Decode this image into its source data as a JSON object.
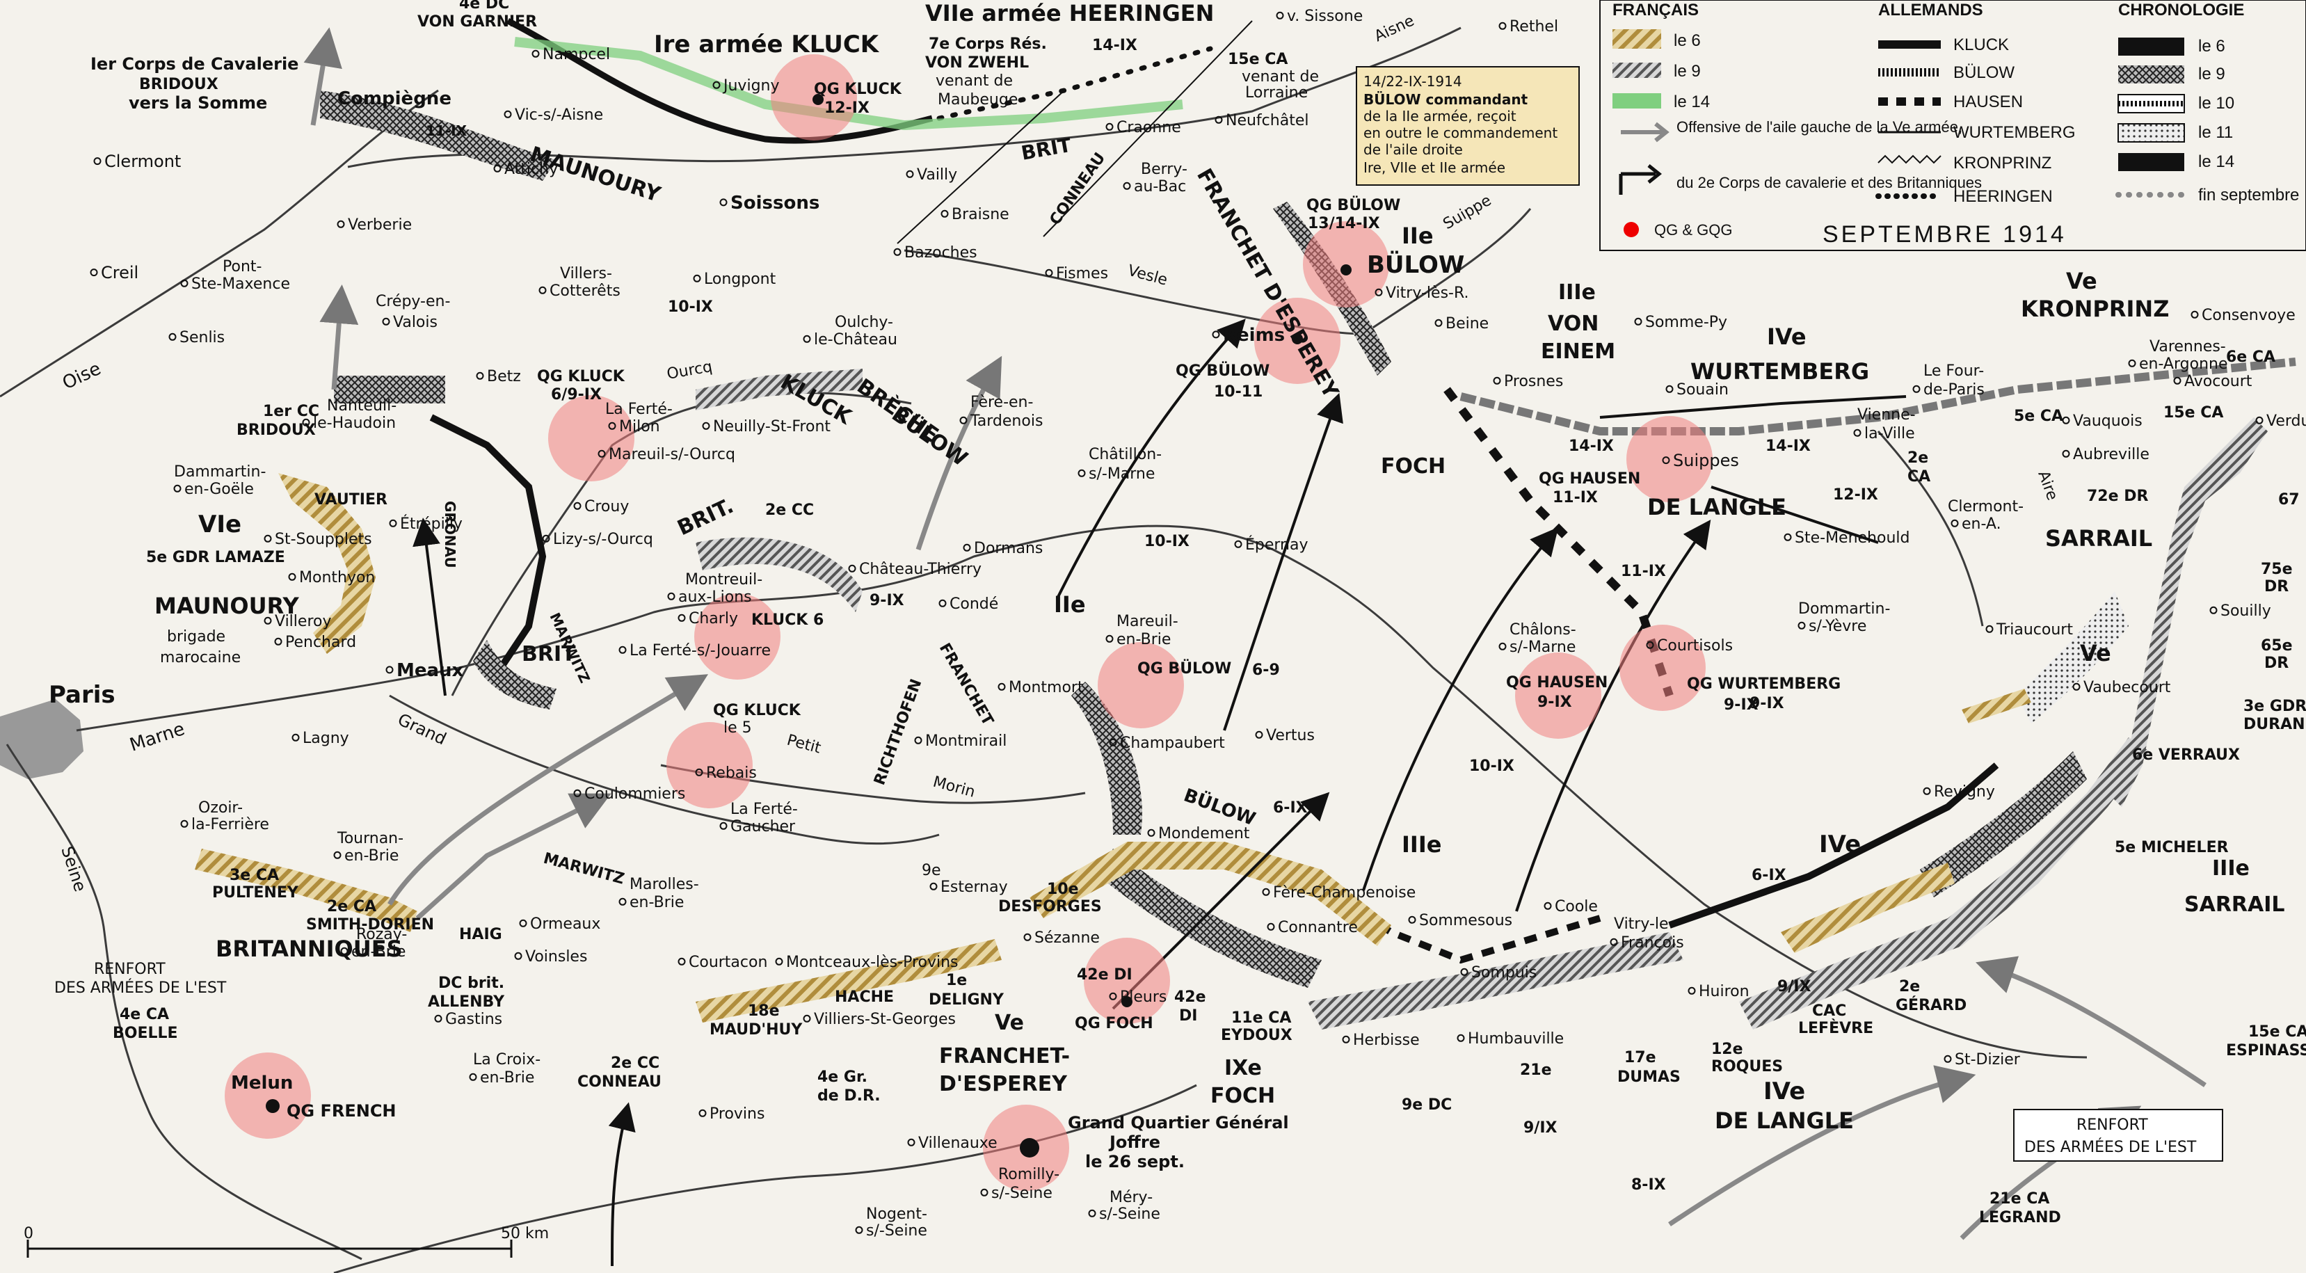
{
  "map": {
    "scale_bar": {
      "start": "0",
      "end": "50 km"
    },
    "date_title": "SEPTEMBRE 1914",
    "colors": {
      "paper": "#f4f2ec",
      "river": "#3b3b3b",
      "qg_circle": "#f08080",
      "qg_dot": "#b00000",
      "french_6": "#c9a24a",
      "french_9": "#777777",
      "french_14": "#7fcf7f",
      "german_line": "#111111",
      "offensive_arrow": "#888888"
    }
  },
  "legend": {
    "francais": {
      "title": "FRANÇAIS",
      "items": [
        "le 6",
        "le 9",
        "le 14",
        "Offensive de l'aile gauche de la Ve armée,",
        "du 2e Corps de cavalerie et des Britanniques",
        "QG & GQG"
      ]
    },
    "allemands": {
      "title": "ALLEMANDS",
      "items": [
        "KLUCK",
        "BÜLOW",
        "HAUSEN",
        "WURTEMBERG",
        "KRONPRINZ",
        "HEERINGEN"
      ]
    },
    "chronologie": {
      "title": "CHRONOLOGIE",
      "items": [
        "le 6",
        "le 9",
        "le 10",
        "le 11",
        "le 14",
        "fin septembre"
      ]
    }
  },
  "note_box": {
    "lines": [
      "14/22-IX-1914",
      "BÜLOW commandant",
      "de la IIe armée, reçoit",
      "en outre le commandement",
      "de l'aile droite",
      "Ire, VIIe et IIe armée"
    ]
  },
  "renfort_box": {
    "lines": [
      "RENFORT",
      "DES ARMÉES DE L'EST"
    ]
  },
  "labels": {
    "paris": "Paris",
    "seine": "Seine",
    "marne": "Marne",
    "oise": "Oise",
    "aisne": "Aisne",
    "ourcq": "Ourcq",
    "vesle": "Vesle",
    "suippe": "Suippe",
    "aire": "Aire",
    "grand_morin": "Grand",
    "petit_morin": "Petit",
    "morin": "Morin",
    "compiegne": "Compiègne",
    "clermont": "Clermont",
    "verberie": "Verberie",
    "creil": "Creil",
    "pont_ste_maxence_1": "Pont-",
    "pont_ste_maxence_2": "Ste-Maxence",
    "senlis": "Senlis",
    "crepy_1": "Crépy-en-",
    "crepy_2": "Valois",
    "villers_1": "Villers-",
    "villers_2": "Cotterêts",
    "longpont": "Longpont",
    "oulchy_1": "Oulchy-",
    "oulchy_2": "le-Château",
    "fere_1": "Fère-en-",
    "fere_2": "Tardenois",
    "soissons": "Soissons",
    "attichy": "Attichy",
    "vic": "Vic-s/-Aisne",
    "juvigny": "Juvigny",
    "nampcel": "Nampcel",
    "vailly": "Vailly",
    "craonne": "Craonne",
    "braisne": "Braisne",
    "bazoches": "Bazoches",
    "fismes": "Fismes",
    "berry_1": "Berry-",
    "berry_2": "au-Bac",
    "neufchatel": "Neufchâtel",
    "rethel": "Rethel",
    "sissonne": "v. Sissone",
    "reims": "Reims",
    "vitry_les_r": "Vitry-lès-R.",
    "beine": "Beine",
    "prosnes": "Prosnes",
    "somme_py": "Somme-Py",
    "souain": "Souain",
    "suippes": "Suippes",
    "le_four_1": "Le Four-",
    "le_four_2": "de-Paris",
    "vienne_1": "Vienne-",
    "vienne_2": "la-Ville",
    "varennes_1": "Varennes-",
    "varennes_2": "en-Argonne",
    "avocourt": "Avocourt",
    "consenvoye": "Consenvoye",
    "verdun": "Verdun",
    "vauquois": "Vauquois",
    "clermont_a_1": "Clermont-",
    "clermont_a_2": "en-A.",
    "ste_menehould": "Ste-Menehould",
    "dommartin_1": "Dommartin-",
    "dommartin_2": "s/-Yèvre",
    "triaucourt": "Triaucourt",
    "vaubecourt": "Vaubecourt",
    "souilly": "Souilly",
    "revigny": "Revigny",
    "courtisols": "Courtisols",
    "chalons_1": "Châlons-",
    "chalons_2": "s/-Marne",
    "vitry_1": "Vitry-le-",
    "vitry_2": "François",
    "huiron": "Huiron",
    "st_dizier": "St-Dizier",
    "sompuis": "Sompuis",
    "coole": "Coole",
    "sommesous": "Sommesous",
    "humbauville": "Humbauville",
    "herbisse": "Herbisse",
    "epernay": "Épernay",
    "chatillon_1": "Châtillon-",
    "chatillon_2": "s/-Marne",
    "dormans": "Dormans",
    "chateau_thierry": "Château-Thierry",
    "conde": "Condé",
    "mareuil_b_1": "Mareuil-",
    "mareuil_b_2": "en-Brie",
    "montmort": "Montmort",
    "vertus": "Vertus",
    "champaubert": "Champaubert",
    "mondement": "Mondement",
    "fere_champenoise": "Fère-Champenoise",
    "connantre": "Connantre",
    "sezanne": "Sézanne",
    "esternay": "Esternay",
    "pleurs": "Pleurs",
    "romilly_1": "Romilly-",
    "romilly_2": "s/-Seine",
    "mery_1": "Méry-",
    "mery_2": "s/-Seine",
    "nogent_1": "Nogent-",
    "nogent_2": "s/-Seine",
    "villenauxe": "Villenauxe",
    "provins": "Provins",
    "villiers": "Villiers-St-Georges",
    "courtacon": "Courtacon",
    "montceaux": "Montceaux-lès-Provins",
    "montmirail": "Montmirail",
    "la_ferte_g_1": "La Ferté-",
    "la_ferte_g_2": "Gaucher",
    "rebais": "Rebais",
    "coulommiers": "Coulommiers",
    "charly": "Charly",
    "la_ferte_j": "La Ferté-s/-Jouarre",
    "montreuil_1": "Montreuil-",
    "montreuil_2": "aux-Lions",
    "lizy": "Lizy-s/-Ourcq",
    "crouy": "Crouy",
    "mareuil_o": "Mareuil-s/-Ourcq",
    "la_ferte_m_1": "La Ferté-",
    "la_ferte_m_2": "Milon",
    "betz": "Betz",
    "neuilly": "Neuilly-St-Front",
    "nanteuil_1": "Nanteuil-",
    "nanteuil_2": "le-Haudoin",
    "dammartin_1": "Dammartin-",
    "dammartin_2": "en-Goële",
    "st_soupplets": "St-Soupplets",
    "etrepilly": "Étrépilly",
    "monthyon": "Monthyon",
    "villeroy": "Villeroy",
    "penchard": "Penchard",
    "meaux": "Meaux",
    "lagny": "Lagny",
    "ozoir_1": "Ozoir-",
    "ozoir_2": "la-Ferrière",
    "tournan_1": "Tournan-",
    "tournan_2": "en-Brie",
    "rozay_1": "Rozay-",
    "rozay_2": "en-Brie",
    "ormeaux": "Ormeaux",
    "voinsles": "Voinsles",
    "gastins": "Gastins",
    "la_croix_1": "La Croix-",
    "la_croix_2": "en-Brie",
    "marolles_1": "Marolles-",
    "marolles_2": "en-Brie",
    "melun": "Melun"
  },
  "armies": {
    "kluck_top": "Ire armée KLUCK",
    "heeringen": "VIIe armée HEERINGEN",
    "maunoury_top": "MAUNOURY",
    "brit_top": "BRIT",
    "bulow_2": "IIe",
    "bulow_name": "BÜLOW",
    "von_einem_1": "IIIe",
    "von_einem_2": "VON",
    "von_einem_3": "EINEM",
    "wurtemberg_1": "IVe",
    "wurtemberg_2": "WURTEMBERG",
    "kronprinz_1": "Ve",
    "kronprinz_2": "KRONPRINZ",
    "foch_top": "FOCH",
    "de_langle_top": "DE LANGLE",
    "sarrail_top": "SARRAIL",
    "sarrail_v": "Ve",
    "franchet_diag": "FRANCHET D'ESPEREY",
    "conneau_diag": "CONNEAU",
    "breche": "BRÈCHE",
    "bulow_breche": "BÜLOW",
    "kluck_mid": "KLUCK",
    "brit_mid": "BRIT.",
    "brit_mid2": "BRIT",
    "vie": "VIe",
    "maunoury": "MAUNOURY",
    "brigade": "brigade",
    "marocaine": "marocaine",
    "britanniques": "BRITANNIQUES",
    "iie_mid": "IIe",
    "iiie_mid": "IIIe",
    "ive_low": "IVe",
    "ve_low": "Ve",
    "franchet_low_1": "FRANCHET-",
    "franchet_low_2": "D'ESPEREY",
    "ixe": "IXe",
    "foch_low": "FOCH",
    "ive_bottom": "IVe",
    "de_langle_bottom": "DE LANGLE",
    "iiie_sarrail_1": "IIIe",
    "iiie_sarrail_2": "SARRAIL",
    "marwitz": "MARWITZ",
    "marwitz2": "MARWITZ",
    "richthofen": "RICHTHOFEN",
    "franchet_mid": "FRANCHET",
    "gronau": "GRONAU",
    "bulow_low": "BÜLOW"
  },
  "units": {
    "cc1_top_1": "Ier Corps de Cavalerie",
    "cc1_top_2": "BRIDOUX",
    "cc1_top_3": "vers la Somme",
    "dc4_1": "4e DC",
    "dc4_2": "VON GARNIER",
    "res7_1": "7e Corps Rés.",
    "res7_2": "VON ZWEHL",
    "res7_3": "venant de",
    "res7_4": "Maubeuge",
    "ca15_1": "15e CA",
    "ca15_2": "venant de",
    "ca15_3": "Lorraine",
    "cc1_1": "1er CC",
    "cc1_2": "BRIDOUX",
    "vautier": "VAUTIER",
    "gdr5": "5e GDR LAMAZE",
    "ca3_1": "3e CA",
    "ca3_2": "PULTENEY",
    "ca2_1": "2e CA",
    "ca2_2": "SMITH-DORIEN",
    "haig": "HAIG",
    "dcbrit_1": "DC brit.",
    "dcbrit_2": "ALLENBY",
    "renfort_1": "RENFORT",
    "renfort_2": "DES ARMÉES DE L'EST",
    "ca4_1": "4e CA",
    "ca4_2": "BOELLE",
    "cc2_1": "2e CC",
    "cc2_2": "CONNEAU",
    "ca18_1": "18e",
    "ca18_2": "MAUD'HUY",
    "hache": "HACHE",
    "deligny_1": "1e",
    "deligny_2": "DELIGNY",
    "gr4_1": "4e Gr.",
    "gr4_2": "de D.R.",
    "ca10_1": "10e",
    "ca10_2": "DESFORGES",
    "di42_1": "42e DI",
    "di42_2": "42e",
    "di42_3": "DI",
    "ca11_1": "11e CA",
    "ca11_2": "EYDOUX",
    "dc9": "9e DC",
    "dumas_1": "17e",
    "dumas_2": "DUMAS",
    "roques_1": "12e",
    "roques_2": "ROQUES",
    "lefevre_1": "CAC",
    "lefevre_2": "LEFÈVRE",
    "gerard_1": "2e",
    "gerard_2": "GÉRARD",
    "espinasse_1": "15e CA",
    "espinasse_2": "ESPINASSE",
    "legrand_1": "21e CA",
    "legrand_2": "LEGRAND",
    "verraux": "6e VERRAUX",
    "micheler": "5e MICHELER",
    "durand_1": "3e GDR",
    "durand_2": "DURAND",
    "dr65_1": "65e",
    "dr65_2": "DR",
    "dr75_1": "75e",
    "dr75_2": "DR",
    "dr67": "67",
    "dr72": "72e DR",
    "aubreville": "Aubreville",
    "ca5": "5e CA",
    "ca6": "6e CA",
    "ca15r": "15e CA",
    "ca2r_1": "2e",
    "ca2r_2": "CA",
    "ca21": "21e",
    "cc2e": "2e CC"
  },
  "dates": {
    "d_11ix": "11-IX",
    "d_10ix": "10-IX",
    "d_14ix_top": "14-IX",
    "d_14ix_a": "14-IX",
    "d_14ix_b": "14-IX",
    "d_12ix": "12-IX",
    "d_11ix_b": "11-IX",
    "d_9ix": "9-IX",
    "d_10ix_b": "10-IX",
    "d_10ix_c": "10-IX",
    "d_6ix": "6-IX",
    "d_6ix_b": "6-IX",
    "d_69": "6-9",
    "d_9ix_b": "9/IX",
    "d_9ix_c": "9/IX",
    "d_8ix": "8-IX",
    "d_9ix_d": "9-IX",
    "d_9e": "9e"
  },
  "hq": {
    "kluck_top_1": "QG KLUCK",
    "kluck_top_2": "12-IX",
    "bulow_top_1": "QG BÜLOW",
    "bulow_top_2": "13/14-IX",
    "bulow_reims_1": "QG BÜLOW",
    "bulow_reims_2": "10-11",
    "kluck_mid_1": "QG KLUCK",
    "kluck_mid_2": "6/9-IX",
    "hausen_1": "QG HAUSEN",
    "hausen_2": "11-IX",
    "hausen_low_1": "QG HAUSEN",
    "hausen_low_2": "9-IX",
    "wurtemberg_1": "QG WURTEMBERG",
    "wurtemberg_2": "9-IX",
    "bulow_mid_1": "QG BÜLOW",
    "kluck_low_1": "QG KLUCK",
    "kluck_low_2": "le 5",
    "kluck_6": "KLUCK 6",
    "foch": "QG FOCH",
    "french": "QG FRENCH",
    "gqg_1": "Grand Quartier Général",
    "gqg_2": "Joffre",
    "gqg_3": "le 26 sept."
  }
}
